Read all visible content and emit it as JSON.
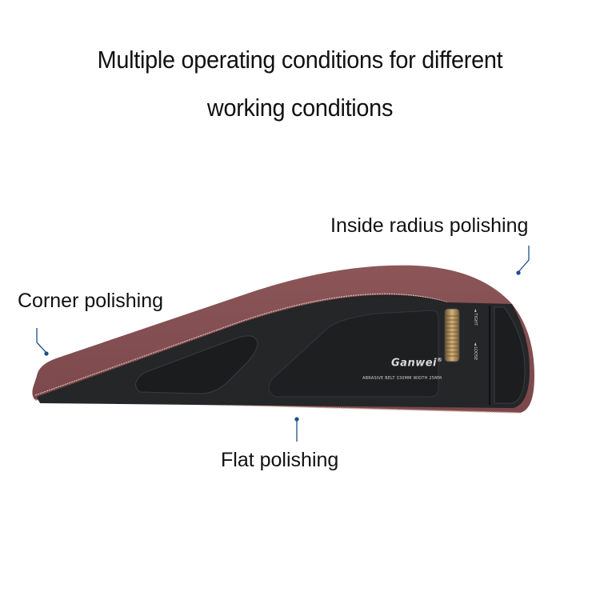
{
  "heading": {
    "line1": "Multiple operating conditions for different",
    "line2": "working conditions"
  },
  "callouts": {
    "inside_radius": "Inside radius polishing",
    "corner": "Corner polishing",
    "flat": "Flat polishing"
  },
  "product": {
    "brand": "Ganwei",
    "registered_mark": "®",
    "spec_text": "ABRASIVE BELT 330MM  WIDTH 25MM",
    "tight_label": "◄ TIGHT",
    "loose_label": "◄ LOOSE"
  },
  "colors": {
    "belt": "#8a5458",
    "body": "#242628",
    "callout_line": "#1f4e8c",
    "knob": "#b08a4e"
  }
}
